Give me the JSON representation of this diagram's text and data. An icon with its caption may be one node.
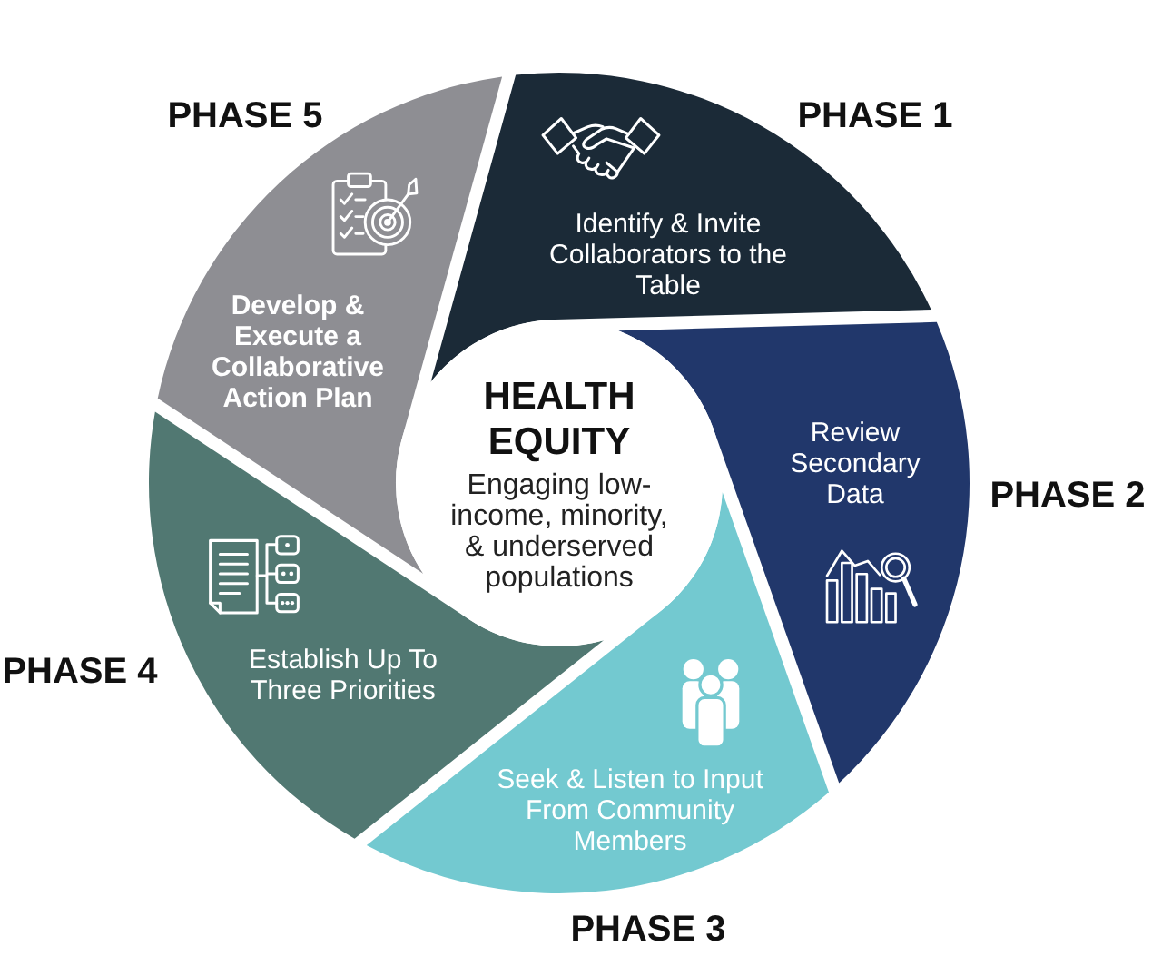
{
  "diagram": {
    "nodes": [
      {
        "text": [
          "HEALTH EQUITY",
          "Engaging low-income, minority, & underserved populations"
        ]
      },
      {
        "text": [
          "Identify & Invite Collaborators to the Table"
        ],
        "beside": [
          "PHASE 1"
        ]
      },
      {
        "text": [
          "Review Secondary Data"
        ],
        "beside": [
          "PHASE 2"
        ]
      },
      {
        "text": [
          "Seek & Listen to Input From Community Members"
        ],
        "beside": [
          "PHASE 3"
        ]
      },
      {
        "text": [
          "Establish Up To Three Priorities"
        ],
        "beside": [
          "PHASE 4"
        ]
      },
      {
        "text": [
          "Develop & Execute a Collaborative Action Plan"
        ],
        "beside": [
          "PHASE 5"
        ]
      }
    ]
  }
}
